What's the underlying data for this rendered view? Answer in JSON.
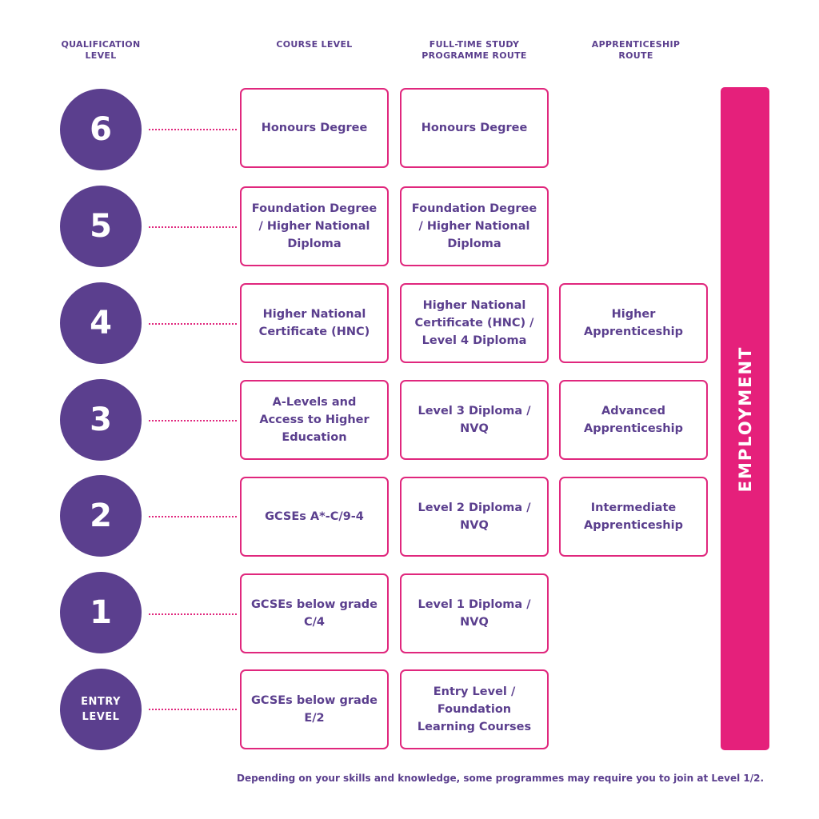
{
  "headers": {
    "qualification": [
      "QUALIFICATION",
      "LEVEL"
    ],
    "course": [
      "COURSE LEVEL"
    ],
    "fulltime": [
      "FULL-TIME STUDY",
      "PROGRAMME ROUTE"
    ],
    "apprenticeship": [
      "APPRENTICESHIP",
      "ROUTE"
    ]
  },
  "levels": [
    {
      "label": "6",
      "course": "Honours Degree",
      "fulltime": "Honours Degree",
      "apprenticeship": ""
    },
    {
      "label": "5",
      "course": "Foundation Degree\n/ Higher National\nDiploma",
      "fulltime": "Foundation Degree\n/ Higher National\nDiploma",
      "apprenticeship": ""
    },
    {
      "label": "4",
      "course": "Higher National\nCertificate (HNC)",
      "fulltime": "Higher National\nCertificate (HNC) /\nLevel 4 Diploma",
      "apprenticeship": "Higher\nApprenticeship"
    },
    {
      "label": "3",
      "course": "A-Levels and\nAccess to Higher\nEducation",
      "fulltime": "Level 3 Diploma /\nNVQ",
      "apprenticeship": "Advanced\nApprenticeship"
    },
    {
      "label": "2",
      "course": "GCSEs A*-C/9-4",
      "fulltime": "Level 2 Diploma /\nNVQ",
      "apprenticeship": "Intermediate\nApprenticeship"
    },
    {
      "label": "1",
      "course": "GCSEs below grade\nC/4",
      "fulltime": "Level 1 Diploma /\nNVQ",
      "apprenticeship": ""
    },
    {
      "label": "ENTRY\nLEVEL",
      "course": "GCSEs below grade\nE/2",
      "fulltime": "Entry Level /\nFoundation\nLearning Courses",
      "apprenticeship": ""
    }
  ],
  "employment": "EMPLOYMENT",
  "footnote": "Depending on your skills and knowledge, some programmes may require you to join at Level 1/2.",
  "colors": {
    "purple": "#5b3f8e",
    "pink": "#e0277d",
    "bar": "#e5207b"
  }
}
